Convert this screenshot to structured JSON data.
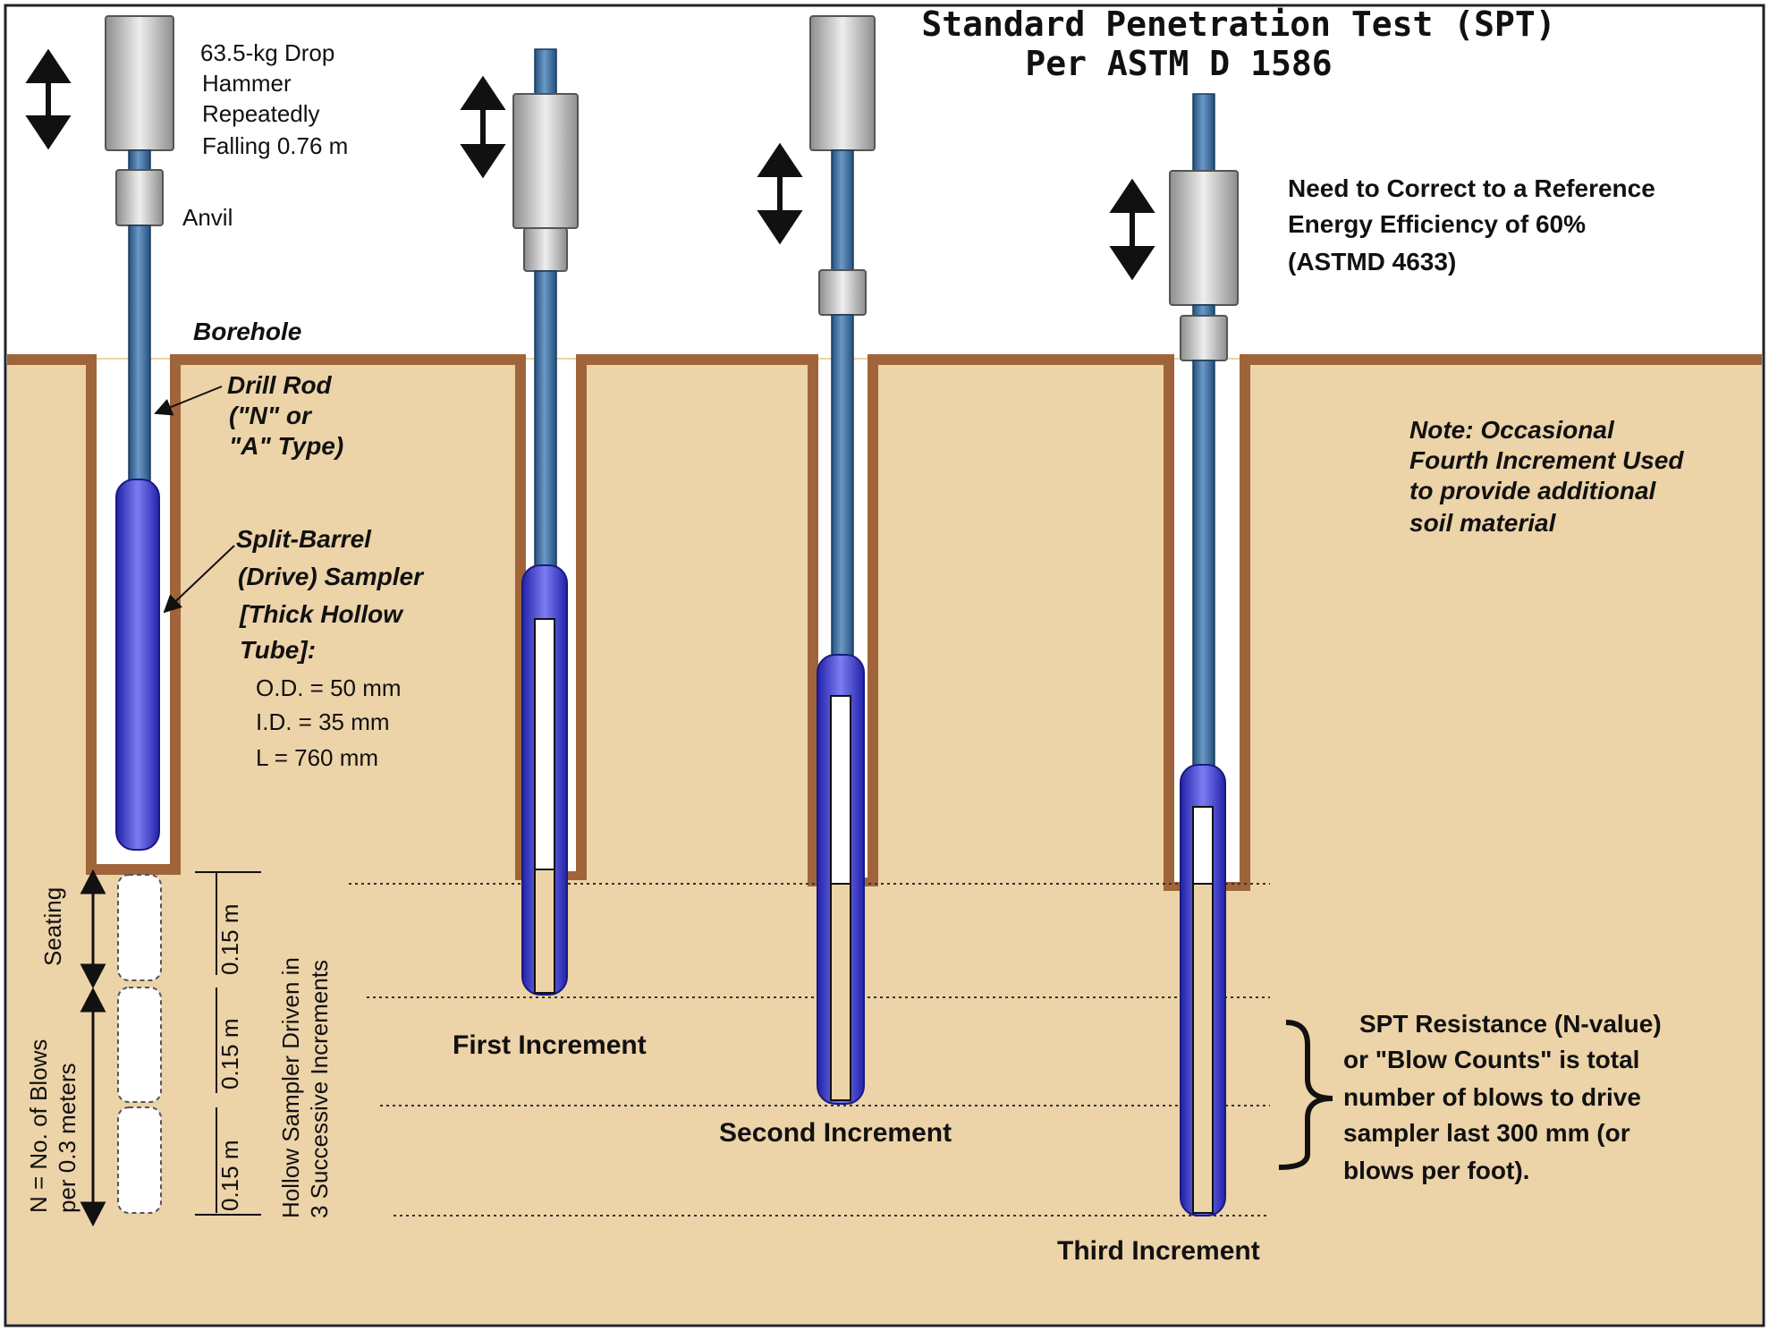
{
  "title": {
    "line1": "Standard Penetration Test (SPT)",
    "line2": "Per ASTM D 1586"
  },
  "labels": {
    "hammer": [
      "63.5-kg Drop",
      "Hammer",
      "Repeatedly",
      "Falling 0.76 m"
    ],
    "anvil": "Anvil",
    "borehole": "Borehole",
    "drill_rod": [
      "Drill Rod",
      "(\"N\" or",
      "\"A\" Type)"
    ],
    "sampler": [
      "Split-Barrel",
      "(Drive) Sampler",
      "[Thick Hollow",
      "Tube]:"
    ],
    "dims": [
      "O.D. = 50 mm",
      "I.D. = 35 mm",
      "L =  760 mm"
    ],
    "correction": [
      "Need to Correct to a Reference",
      "Energy Efficiency of 60%",
      "(ASTMD 4633)"
    ],
    "note": [
      "Note: Occasional",
      "Fourth Increment Used",
      "to provide additional",
      "soil material"
    ],
    "seating": "Seating",
    "n_blows": [
      "N = No. of Blows",
      "per 0.3 meters"
    ],
    "increment_m": [
      "0.15 m",
      "0.15 m",
      "0.15 m"
    ],
    "hollow_sampler": [
      "Hollow Sampler Driven in",
      "3 Successive Increments"
    ],
    "first": "First Increment",
    "second": "Second Increment",
    "third": "Third Increment",
    "resistance": [
      "SPT Resistance (N-value)",
      "or \"Blow Counts\" is total",
      "number of blows to drive",
      "sampler last 300 mm (or",
      "blows per foot)."
    ]
  },
  "colors": {
    "sky": "#ffffff",
    "soil": "#ecd3a8",
    "borehole_edge": "#a0643a",
    "rod": "#3f6f9e",
    "sampler": "#4848d8",
    "hammer": "#c4c4c4"
  }
}
